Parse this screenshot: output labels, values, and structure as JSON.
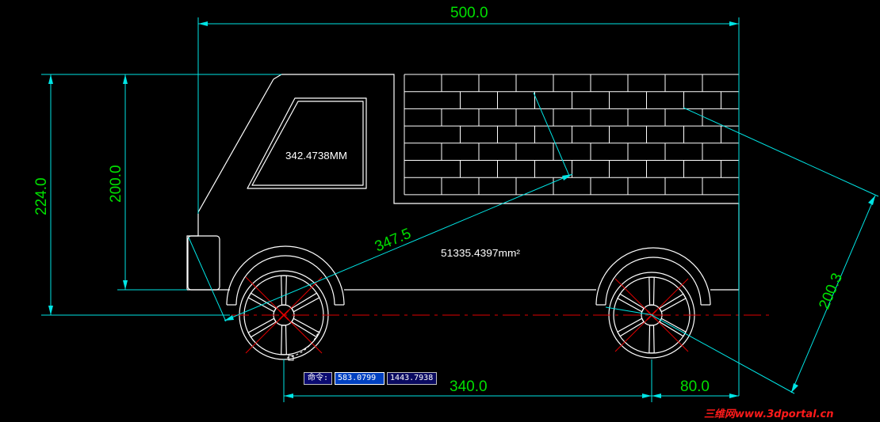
{
  "drawing": {
    "dimensions": {
      "overall_length": "500.0",
      "overall_height": "224.0",
      "body_height": "200.0",
      "diagonal_aligned": "347.5",
      "rear_aligned": "200.3",
      "wheelbase": "340.0",
      "rear_overhang": "80.0"
    },
    "notes": {
      "window_perimeter": "342.4738MM",
      "area": "51335.4397mm²"
    },
    "colors": {
      "geometry": "#ffffff",
      "dimension_line": "#00e5e5",
      "dimension_text": "#00e000",
      "centerline": "#e00000"
    }
  },
  "command_bar": {
    "label": "命令:",
    "x_value": "583.0799",
    "y_value": "1443.7938"
  },
  "watermark": "三维网www.3dportal.cn"
}
